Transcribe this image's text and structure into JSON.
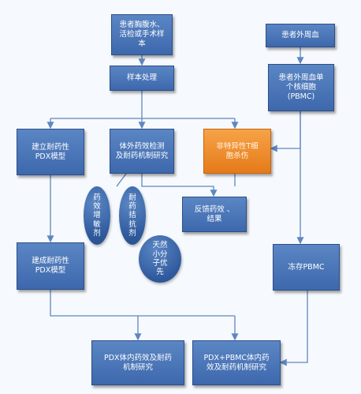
{
  "nodes": {
    "sample": "患者胸腹水、\n活检或手术样\n本",
    "peripheral_blood": "患者外周血",
    "sample_processing": "样本处理",
    "pbmc": "患者外周血单\n个核细胞\n(PBMC)",
    "establish_pdx": "建立耐药性\nPDX模型",
    "in_vitro": "体外药效检测\n及耐药机制研究",
    "nonspecific_t": "非特异性T细\n胞杀伤",
    "feedback": "反馈药效 、\n结果",
    "sensitizer": "药\n效\n增\n敏\n剂",
    "resistance_antagonist": "耐\n药\n拮\n抗\n剂",
    "natural_small_molecule": "天然\n小分\n子优\n先",
    "built_pdx": "建成耐药性\nPDX模型",
    "freeze_pbmc": "冻存PBMC",
    "pdx_in_vivo": "PDX体内药效及耐药\n机制研究",
    "pdx_pbmc_in_vivo": "PDX+PBMC体内药\n效及耐药机制研究"
  },
  "colors": {
    "box_fill": "#4a76b8",
    "box_border": "#2d4f86",
    "orange_fill": "#f08c2a",
    "line": "#5f87bf"
  }
}
